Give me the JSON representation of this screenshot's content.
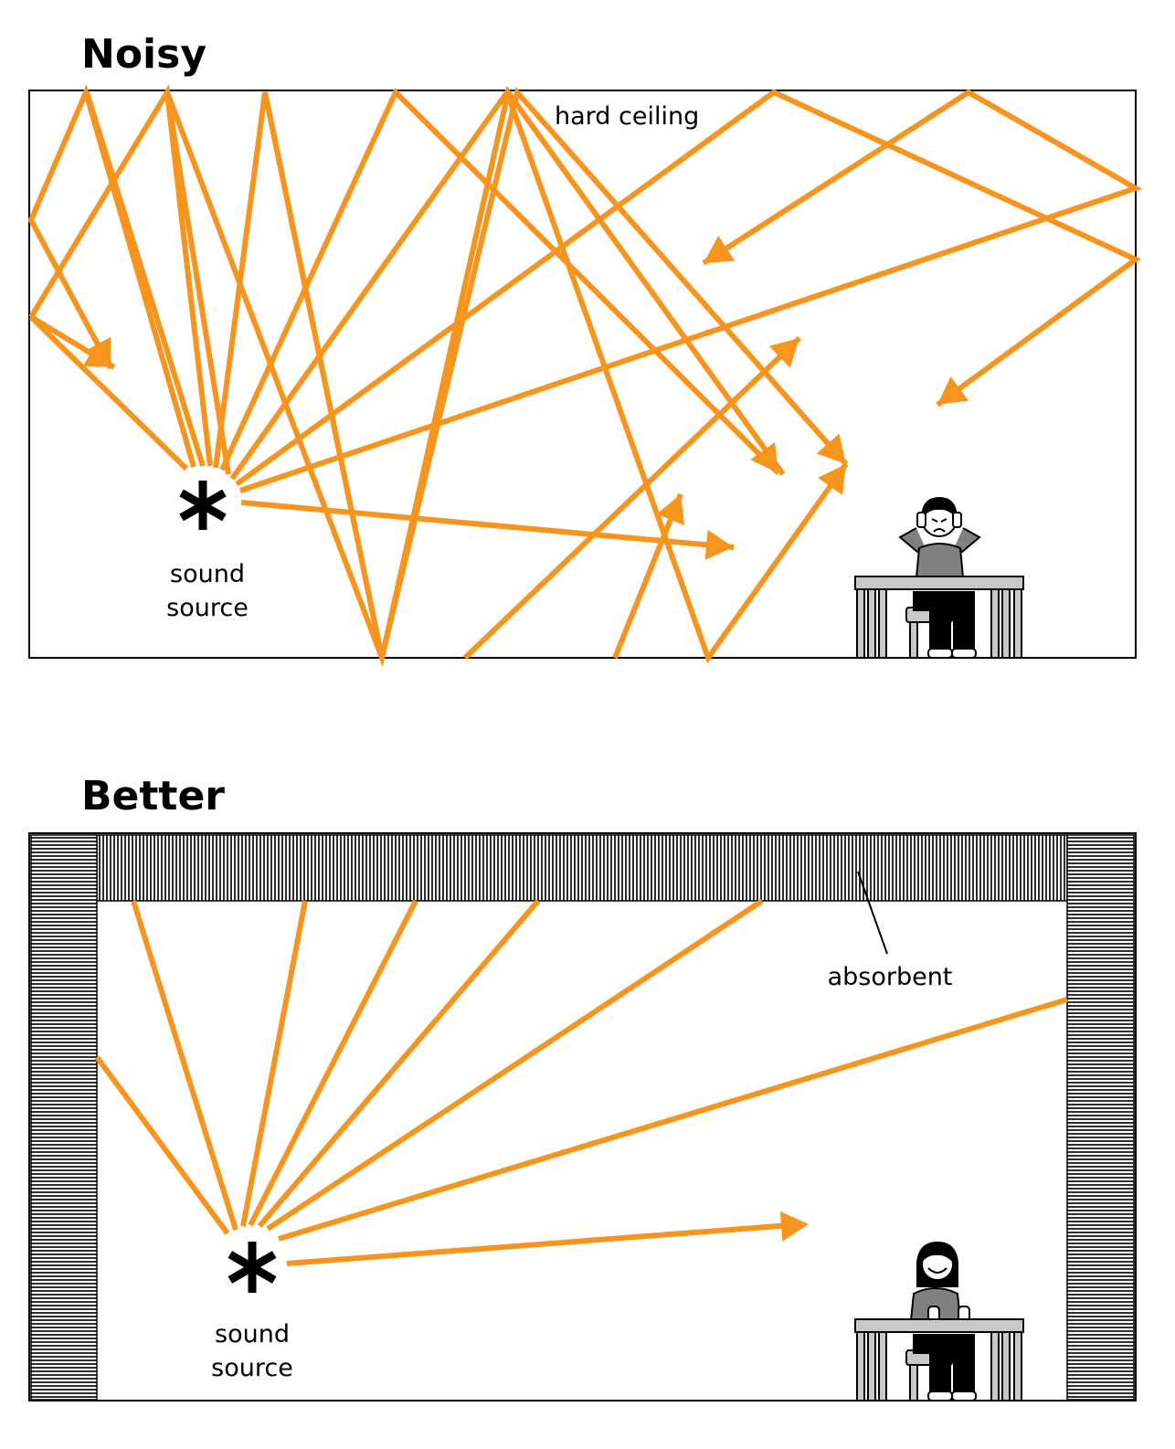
{
  "colors": {
    "ray": "#f7941d",
    "outline": "#000000",
    "absorbent": "#3a3a3a",
    "furniture": "#c8c8c8",
    "shirt": "#808080"
  },
  "noisy": {
    "title": "Noisy",
    "ceiling_label": "hard ceiling",
    "source_label_line1": "sound",
    "source_label_line2": "source",
    "listener_state": "covering ears"
  },
  "better": {
    "title": "Better",
    "absorbent_label": "absorbent",
    "source_label_line1": "sound",
    "source_label_line2": "source",
    "listener_state": "smiling"
  }
}
